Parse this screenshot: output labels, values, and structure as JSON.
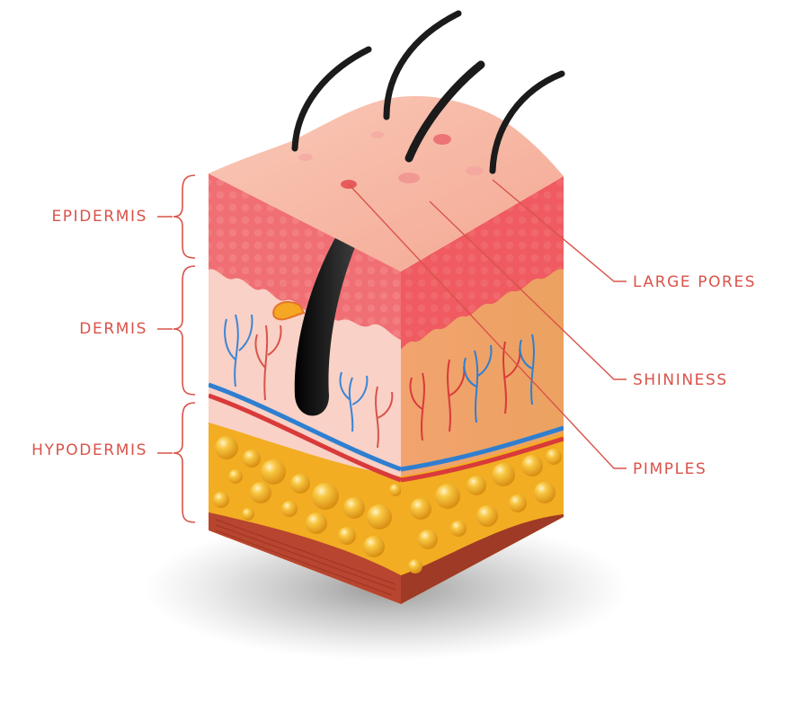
{
  "layers": {
    "epidermis": "EPIDERMIS",
    "dermis": "DERMIS",
    "hypodermis": "HYPODERMIS"
  },
  "conditions": {
    "large_pores": "LARGE PORES",
    "shininess": "SHININESS",
    "pimples": "PIMPLES"
  },
  "colors": {
    "label": "#d9534a",
    "leader_line": "#d9534a",
    "epidermis": "#f06f74",
    "dermis": "#f7c8bc",
    "fat": "#f2ad22",
    "muscle": "#b8452f",
    "hair": "#1b1b1b",
    "vein": "#2f7fd0",
    "artery": "#d93a3a"
  }
}
